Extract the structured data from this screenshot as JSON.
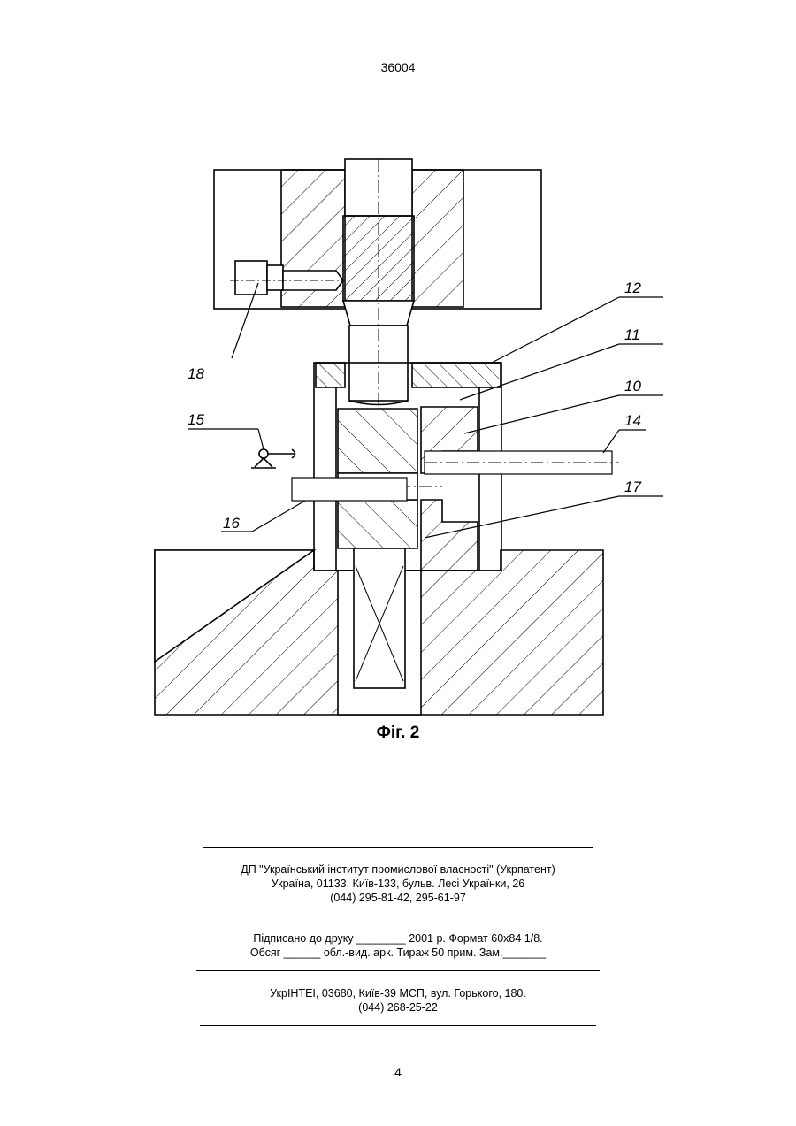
{
  "header": {
    "doc_number": "36004"
  },
  "figure": {
    "caption": "Фіг. 2",
    "labels": {
      "l10": "10",
      "l11": "11",
      "l12": "12",
      "l14": "14",
      "l15": "15",
      "l16": "16",
      "l17": "17",
      "l18": "18"
    }
  },
  "imprint": {
    "org_line": "ДП \"Український інститут промислової власності\" (Укрпатент)",
    "address_line": "Україна, 01133, Київ-133, бульв. Лесі Українки, 26",
    "phone_line": "(044) 295-81-42, 295-61-97",
    "print_line1": "Підписано до друку ________ 2001 р.    Формат 60x84 1/8.",
    "print_line2": "Обсяг ______ обл.-вид. арк.   Тираж 50 прим.    Зам._______",
    "printer_line": "УкрІНТЕІ, 03680, Київ-39 МСП, вул. Горького, 180.",
    "printer_phone": "(044) 268-25-22"
  },
  "footer": {
    "page_number": "4"
  }
}
